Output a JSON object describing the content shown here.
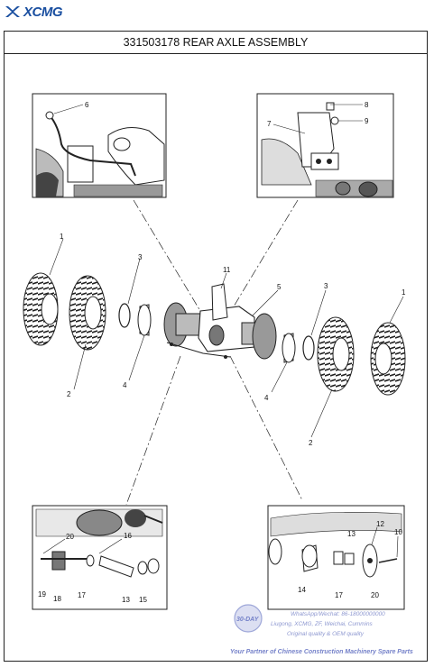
{
  "brand": {
    "logo_text": "XCMG",
    "color": "#1a4fa0"
  },
  "title": "331503178 REAR AXLE ASSEMBLY",
  "callouts": {
    "c1a": "1",
    "c1b": "1",
    "c2a": "2",
    "c2b": "2",
    "c3a": "3",
    "c3b": "3",
    "c4a": "4",
    "c4b": "4",
    "c5": "5",
    "c6": "6",
    "c7": "7",
    "c8": "8",
    "c9": "9",
    "c10": "10",
    "c11": "11",
    "c12": "12",
    "c13a": "13",
    "c13b": "13",
    "c14": "14",
    "c15": "15",
    "c16": "16",
    "c17a": "17",
    "c17b": "17",
    "c18": "18",
    "c19": "19",
    "c20a": "20",
    "c20b": "20"
  },
  "watermark": {
    "badge": "30-DAY",
    "line1": "WhatsApp/Wechat: 86-18000000000",
    "line2": "Liugong, XCMG, ZF, Weichai, Cummins",
    "line3": "Original quality & OEM quality",
    "line4": "Your Partner of Chinese Construction Machinery Spare Parts"
  }
}
